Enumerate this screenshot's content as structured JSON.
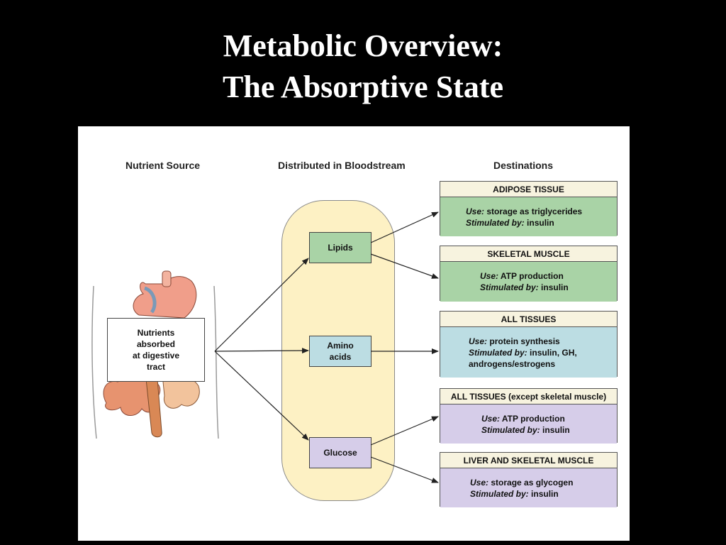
{
  "title": {
    "line1": "Metabolic Overview:",
    "line2": "The Absorptive State"
  },
  "headers": {
    "source": "Nutrient Source",
    "bloodstream": "Distributed in Bloodstream",
    "destinations": "Destinations"
  },
  "source_box": {
    "lines": [
      "Nutrients",
      "absorbed",
      "at digestive",
      "tract"
    ]
  },
  "nutrients": {
    "lipids": {
      "lines": [
        "Lipids"
      ]
    },
    "amino": {
      "lines": [
        "Amino",
        "acids"
      ]
    },
    "glucose": {
      "lines": [
        "Glucose"
      ]
    }
  },
  "destinations": [
    {
      "title": "ADIPOSE TISSUE",
      "use_label": "Use:",
      "use": "storage as triglycerides",
      "stim_label": "Stimulated by:",
      "stim": "insulin",
      "stim_extra": ""
    },
    {
      "title": "SKELETAL MUSCLE",
      "use_label": "Use:",
      "use": "ATP production",
      "stim_label": "Stimulated by:",
      "stim": "insulin",
      "stim_extra": ""
    },
    {
      "title": "ALL TISSUES",
      "use_label": "Use:",
      "use": "protein synthesis",
      "stim_label": "Stimulated by:",
      "stim": "insulin, GH,",
      "stim_extra": "androgens/estrogens"
    },
    {
      "title": "ALL TISSUES (except skeletal muscle)",
      "use_label": "Use:",
      "use": "ATP production",
      "stim_label": "Stimulated by:",
      "stim": "insulin",
      "stim_extra": ""
    },
    {
      "title": "LIVER AND SKELETAL MUSCLE",
      "use_label": "Use:",
      "use": "storage as glycogen",
      "stim_label": "Stimulated by:",
      "stim": "insulin",
      "stim_extra": ""
    }
  ],
  "colors": {
    "lipid_fill": "#a9d3a6",
    "amino_fill": "#bcdde3",
    "glucose_fill": "#d6cde9",
    "blood_fill": "#fdf1c4",
    "header_fill": "#f7f3df"
  }
}
